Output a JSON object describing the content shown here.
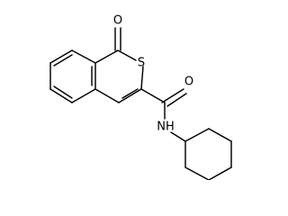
{
  "diagram": {
    "atoms": {
      "carbonyl_oxygen": "O",
      "ring_sulfur": "S",
      "amide_oxygen": "O",
      "amide_nitrogen": "NH"
    }
  }
}
